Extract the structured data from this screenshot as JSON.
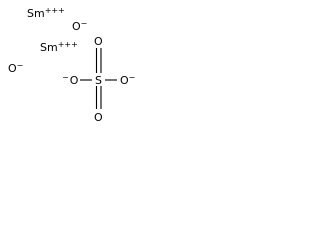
{
  "structure": {
    "samarium_ion_1": {
      "element": "Sm",
      "charge": "+++"
    },
    "samarium_ion_2": {
      "element": "Sm",
      "charge": "+++"
    },
    "oxide_ion_1": {
      "element": "O",
      "charge": "−"
    },
    "oxide_ion_2": {
      "element": "O",
      "charge": "−"
    },
    "sulfate": {
      "sulfur": "S",
      "oxygen_top": "O",
      "oxygen_bottom": "O",
      "oxygen_left": {
        "element": "O",
        "charge": "−"
      },
      "oxygen_right": {
        "element": "O",
        "charge": "−"
      }
    }
  }
}
